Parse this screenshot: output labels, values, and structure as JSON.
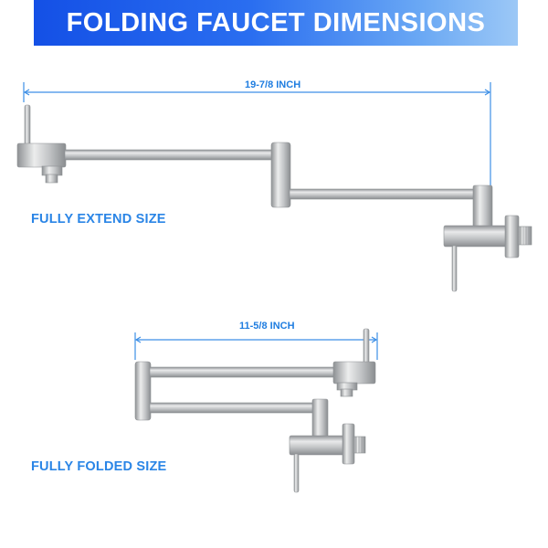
{
  "header": {
    "title": "FOLDING FAUCET DIMENSIONS"
  },
  "extended": {
    "dimension_label": "19-7/8 INCH",
    "size_label": "FULLY EXTEND SIZE"
  },
  "folded": {
    "dimension_label": "11-5/8 INCH",
    "size_label": "FULLY FOLDED SIZE"
  },
  "colors": {
    "banner_start": "#1450e6",
    "banner_end": "#9cc8f6",
    "dimension_blue": "#1f7de0",
    "label_blue": "#2a85e6",
    "steel": "#c4c6c8"
  }
}
